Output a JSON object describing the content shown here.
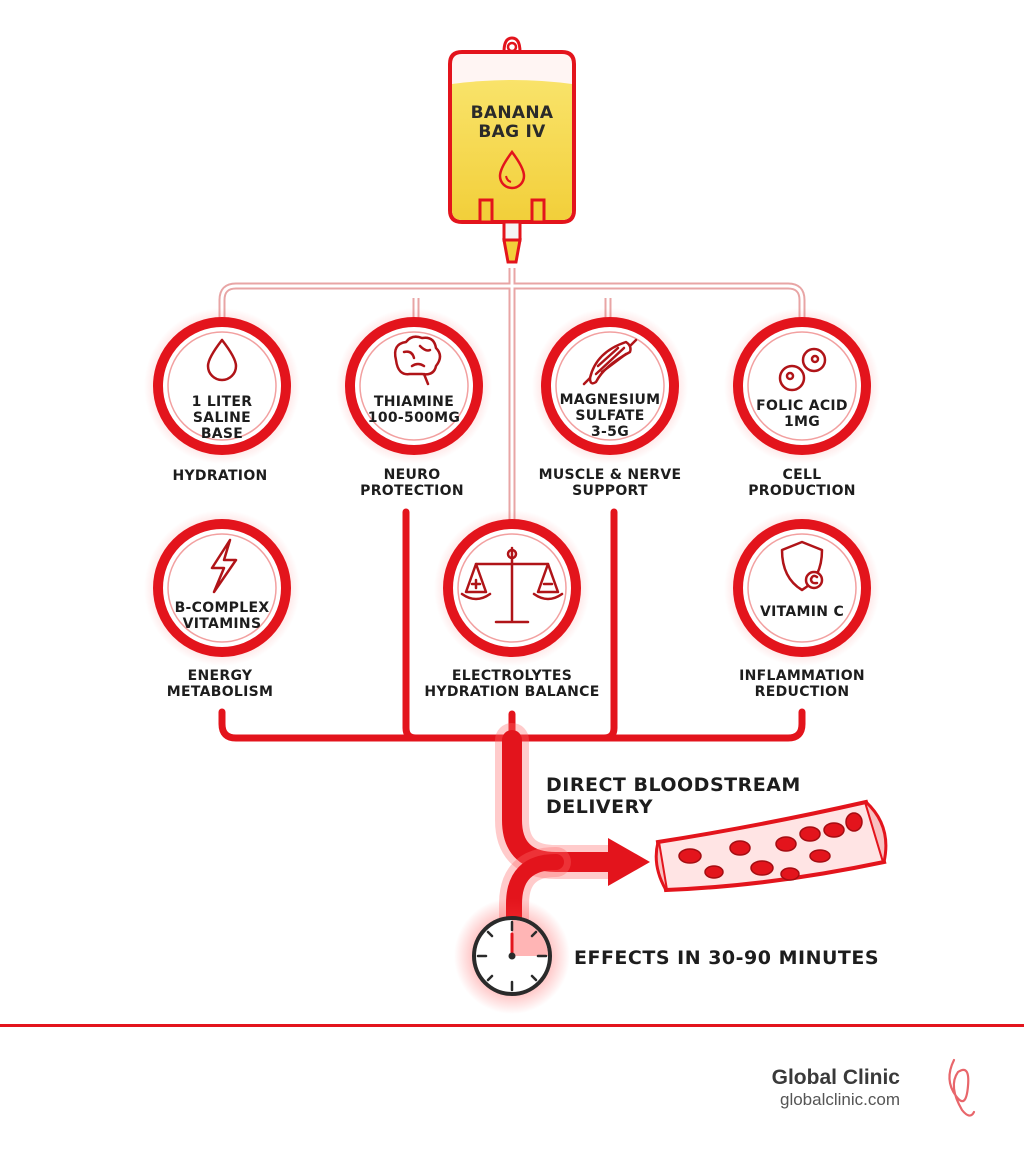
{
  "colors": {
    "accent": "#e3141c",
    "bag_fill": "#f7dc55",
    "text": "#1d1d1d"
  },
  "bag": {
    "line1": "BANANA",
    "line2": "BAG IV",
    "icon": "drop-icon"
  },
  "components": [
    {
      "id": "saline",
      "icon": "drop-icon",
      "label": [
        "1 LITER",
        "SALINE",
        "BASE"
      ],
      "benefit": [
        "HYDRATION"
      ]
    },
    {
      "id": "thiamine",
      "icon": "brain-icon",
      "label": [
        "THIAMINE",
        "100-500MG"
      ],
      "benefit": [
        "NEURO",
        "PROTECTION"
      ]
    },
    {
      "id": "magnesium",
      "icon": "muscle-icon",
      "label": [
        "MAGNESIUM",
        "SULFATE",
        "3-5G"
      ],
      "benefit": [
        "MUSCLE & NERVE",
        "SUPPORT"
      ]
    },
    {
      "id": "folic",
      "icon": "cell-icon",
      "label": [
        "FOLIC ACID",
        "1MG"
      ],
      "benefit": [
        "CELL",
        "PRODUCTION"
      ]
    },
    {
      "id": "bcomplex",
      "icon": "lightning-icon",
      "label": [
        "B-COMPLEX",
        "VITAMINS"
      ],
      "benefit": [
        "ENERGY",
        "METABOLISM"
      ]
    },
    {
      "id": "electrolytes",
      "icon": "scale-icon",
      "label": [],
      "benefit": [
        "ELECTROLYTES",
        "HYDRATION BALANCE"
      ]
    },
    {
      "id": "vitaminc",
      "icon": "shield-icon",
      "label": [
        "VITAMIN C"
      ],
      "benefit": [
        "INFLAMMATION",
        "REDUCTION"
      ]
    }
  ],
  "delivery": {
    "line1": "DIRECT BLOODSTREAM",
    "line2": "DELIVERY",
    "icon": "blood-vessel-icon"
  },
  "effects": {
    "text": "EFFECTS IN 30-90 MINUTES",
    "icon": "clock-icon"
  },
  "footer": {
    "brand": "Global Clinic",
    "url": "globalclinic.com"
  }
}
